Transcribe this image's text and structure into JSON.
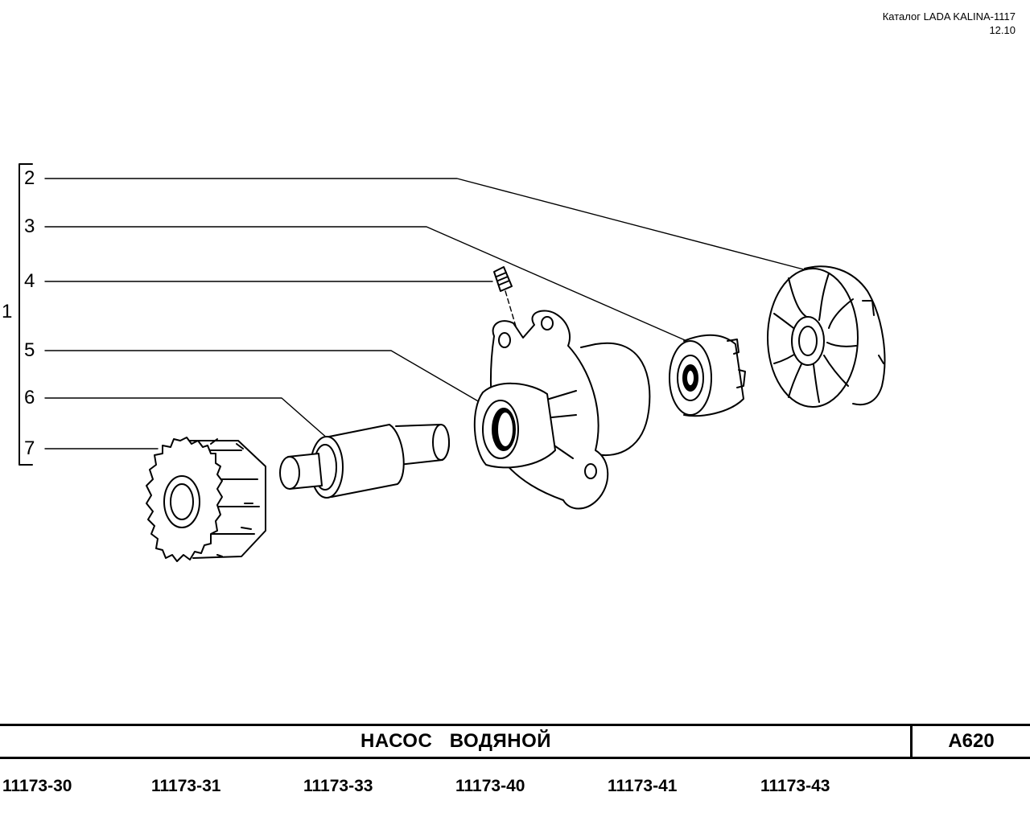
{
  "header": {
    "catalog": "Каталог LADA KALINA-1117",
    "date": "12.10"
  },
  "callouts": [
    "1",
    "2",
    "3",
    "4",
    "5",
    "6",
    "7"
  ],
  "title": "НАСОС   ВОДЯНОЙ",
  "code": "А620",
  "models": [
    "11173-30",
    "11173-31",
    "11173-33",
    "11173-40",
    "11173-41",
    "11173-43"
  ]
}
